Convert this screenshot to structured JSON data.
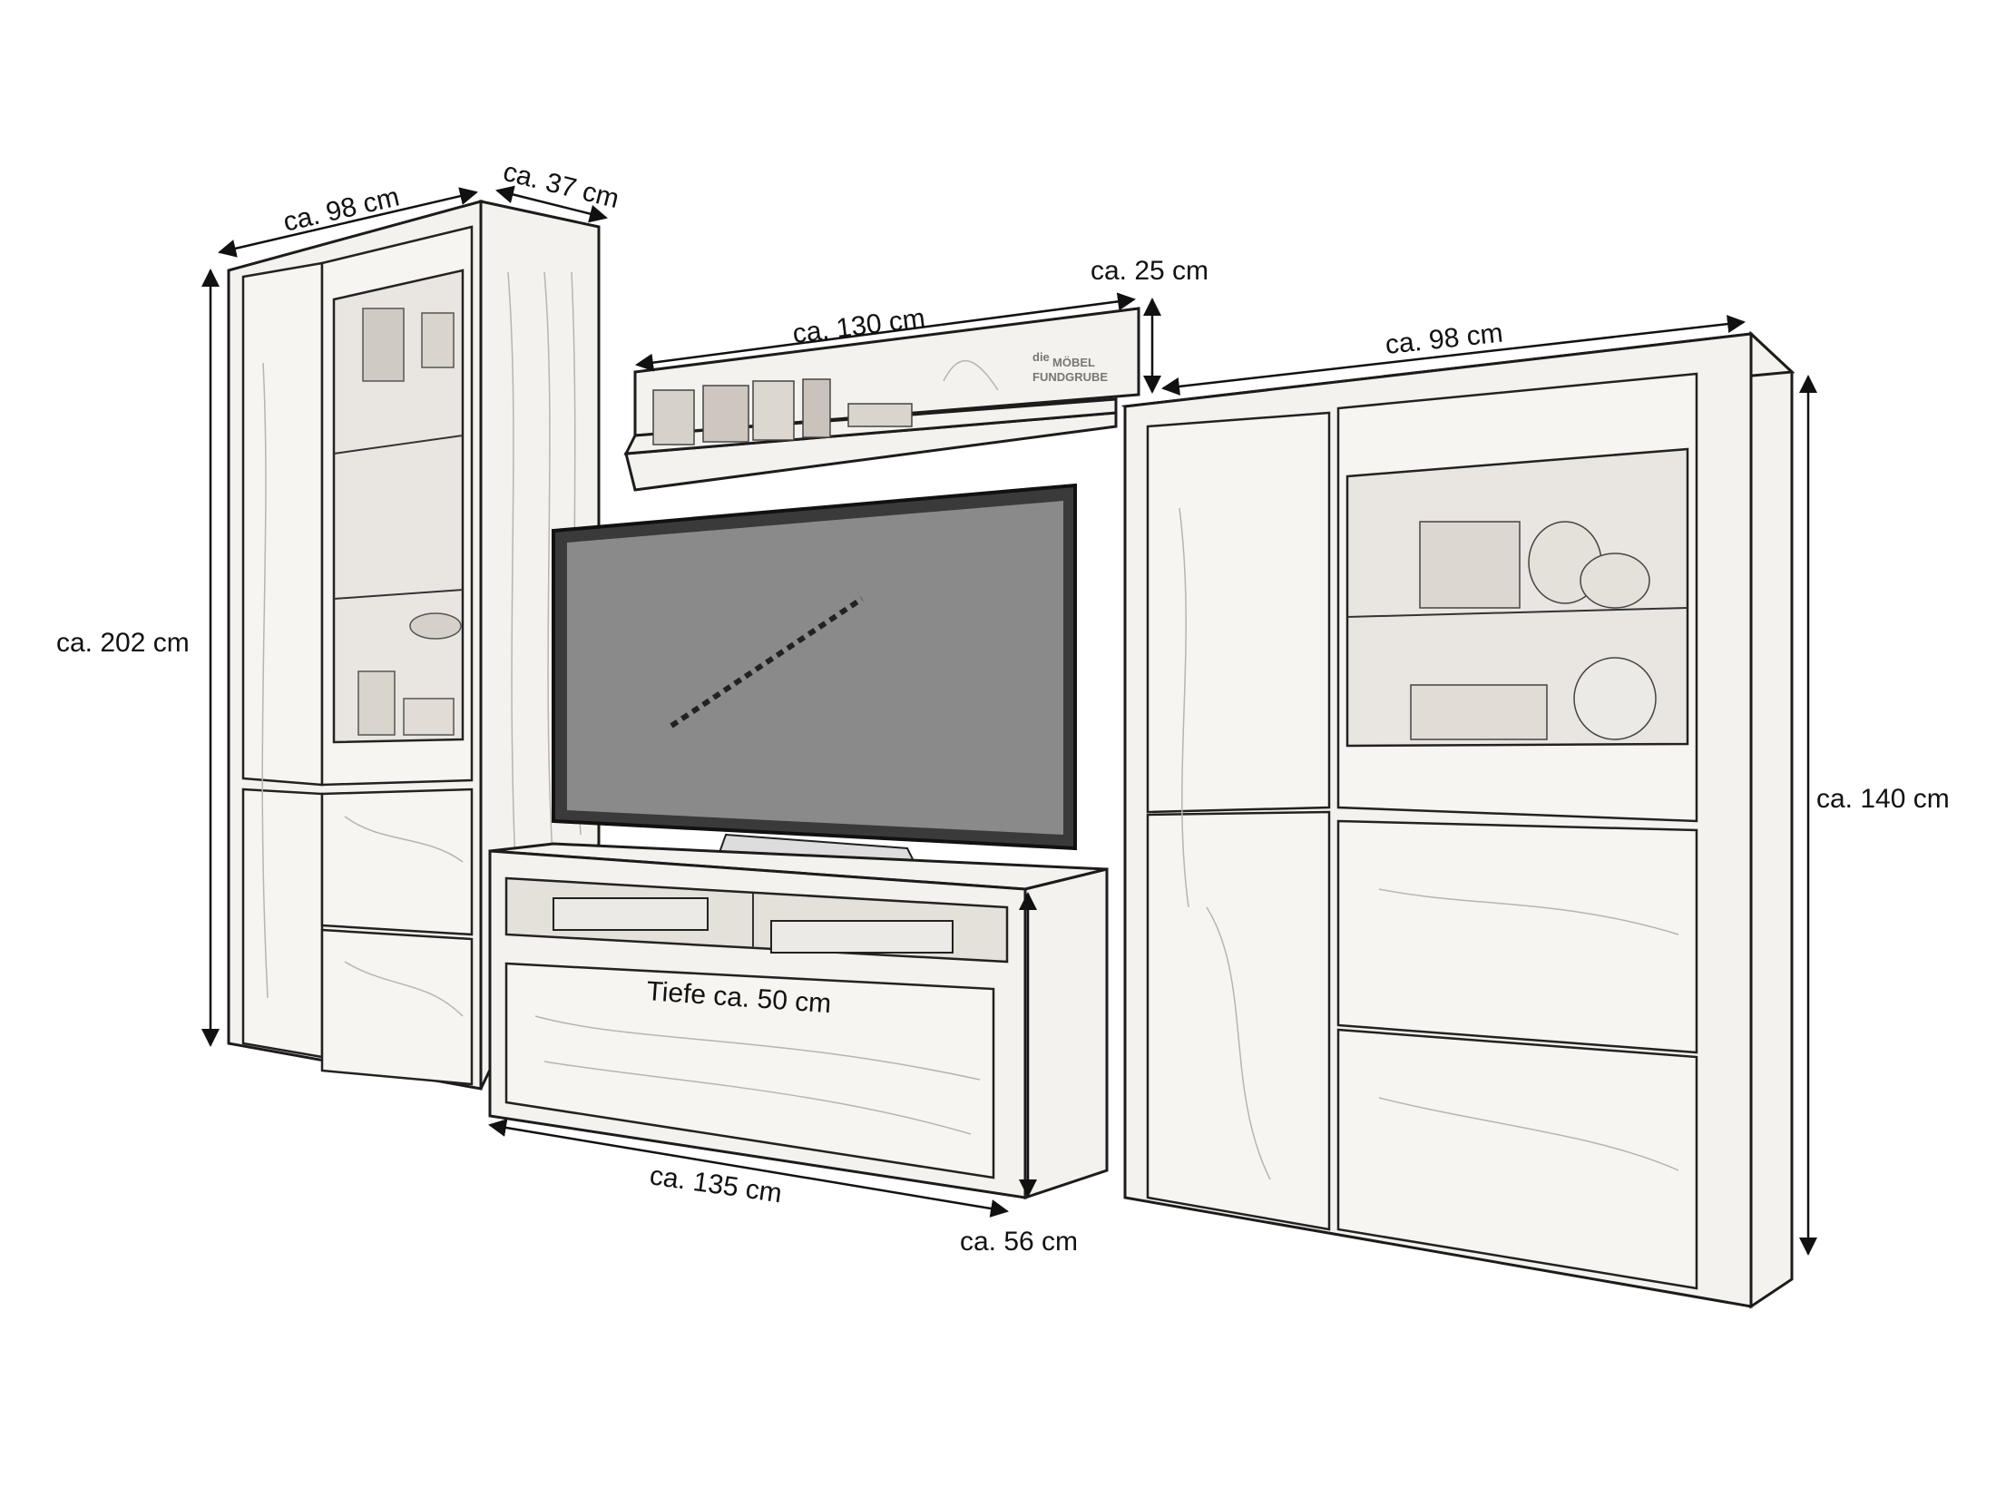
{
  "dimensions": {
    "left_width": "ca. 98 cm",
    "left_depth": "ca. 37 cm",
    "left_height": "ca. 202 cm",
    "shelf_width": "ca. 130 cm",
    "shelf_height": "ca. 25 cm",
    "right_width": "ca. 98 cm",
    "right_height": "ca. 140 cm",
    "tv_depth": "Tiefe ca. 50 cm",
    "tv_width": "ca. 135 cm",
    "tv_height": "ca. 56 cm"
  },
  "watermark": {
    "line1": "die",
    "line2": "MÖBEL",
    "line3": "FUNDGRUBE"
  }
}
